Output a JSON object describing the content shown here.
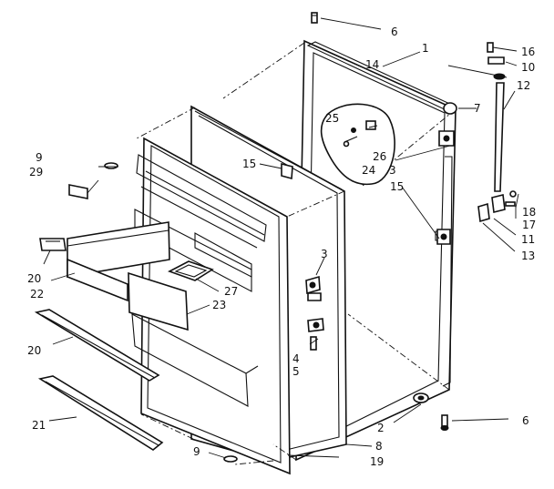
{
  "diagram": {
    "callouts": [
      {
        "id": "c6a",
        "text": "6"
      },
      {
        "id": "c1",
        "text": "1"
      },
      {
        "id": "c14",
        "text": "14"
      },
      {
        "id": "c7",
        "text": "7"
      },
      {
        "id": "c16",
        "text": "16"
      },
      {
        "id": "c10",
        "text": "10"
      },
      {
        "id": "c12",
        "text": "12"
      },
      {
        "id": "c25",
        "text": "25"
      },
      {
        "id": "c26",
        "text": "26"
      },
      {
        "id": "c24",
        "text": "24"
      },
      {
        "id": "c3a",
        "text": "3"
      },
      {
        "id": "c15a",
        "text": "15"
      },
      {
        "id": "c15b",
        "text": "15"
      },
      {
        "id": "c18",
        "text": "18"
      },
      {
        "id": "c17",
        "text": "17"
      },
      {
        "id": "c11",
        "text": "11"
      },
      {
        "id": "c13",
        "text": "13"
      },
      {
        "id": "c9a",
        "text": "9"
      },
      {
        "id": "c29",
        "text": "29"
      },
      {
        "id": "c3b",
        "text": "3"
      },
      {
        "id": "c20a",
        "text": "20"
      },
      {
        "id": "c22",
        "text": "22"
      },
      {
        "id": "c27",
        "text": "27"
      },
      {
        "id": "c23",
        "text": "23"
      },
      {
        "id": "c4",
        "text": "4"
      },
      {
        "id": "c5",
        "text": "5"
      },
      {
        "id": "c20b",
        "text": "20"
      },
      {
        "id": "c21",
        "text": "21"
      },
      {
        "id": "c2",
        "text": "2"
      },
      {
        "id": "c6b",
        "text": "6"
      },
      {
        "id": "c8",
        "text": "8"
      },
      {
        "id": "c9b",
        "text": "9"
      },
      {
        "id": "c19",
        "text": "19"
      }
    ]
  }
}
